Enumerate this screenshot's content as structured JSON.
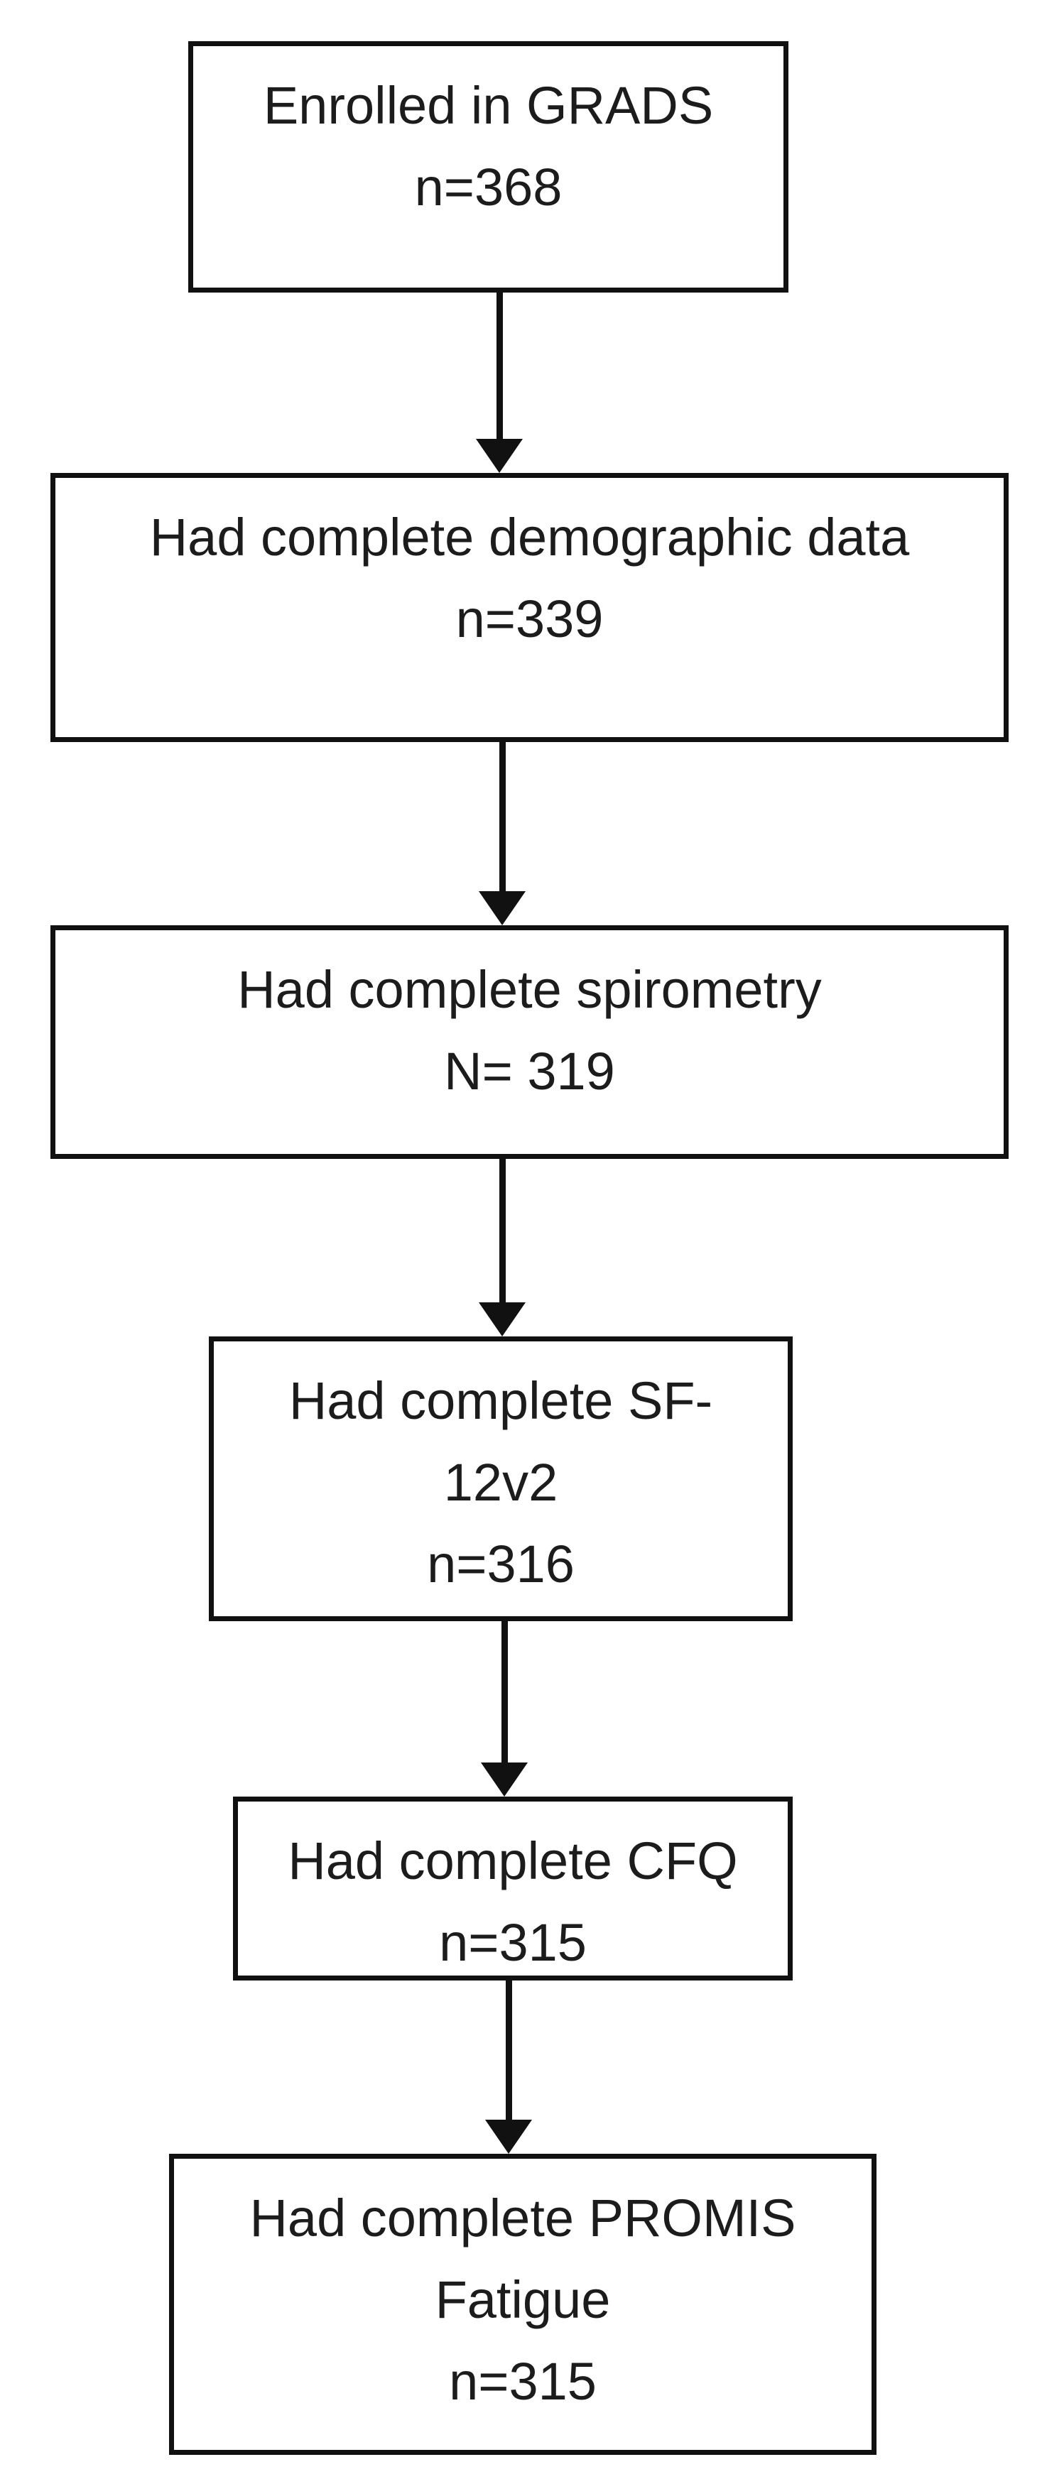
{
  "figure": {
    "type": "flowchart",
    "background_color": "#ffffff",
    "line_color": "#111111",
    "text_color": "#1c1c1c",
    "nodes": [
      {
        "id": "enrolled",
        "lines": [
          "Enrolled in GRADS",
          "n=368"
        ]
      },
      {
        "id": "demographics",
        "lines": [
          "Had complete demographic data",
          "n=339"
        ]
      },
      {
        "id": "spirometry",
        "lines": [
          "Had complete spirometry",
          "N= 319"
        ]
      },
      {
        "id": "sf12v2",
        "lines": [
          "Had complete SF-",
          "12v2",
          "n=316"
        ]
      },
      {
        "id": "cfq",
        "lines": [
          "Had complete CFQ",
          "n=315"
        ]
      },
      {
        "id": "promis_fatigue",
        "lines": [
          "Had complete PROMIS",
          "Fatigue",
          "n=315"
        ]
      }
    ],
    "edges": [
      {
        "from": "enrolled",
        "to": "demographics"
      },
      {
        "from": "demographics",
        "to": "spirometry"
      },
      {
        "from": "spirometry",
        "to": "sf12v2"
      },
      {
        "from": "sf12v2",
        "to": "cfq"
      },
      {
        "from": "cfq",
        "to": "promis_fatigue"
      }
    ]
  }
}
